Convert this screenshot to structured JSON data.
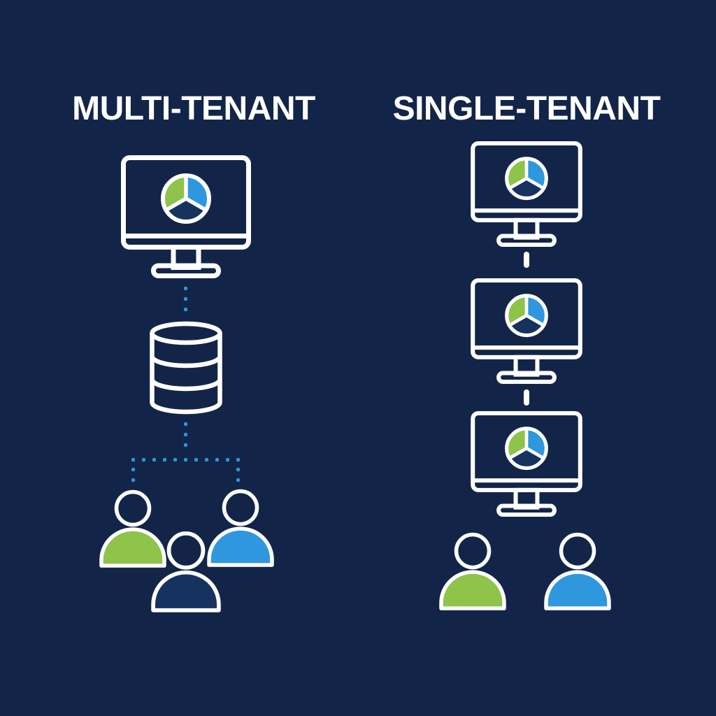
{
  "background": "#122549",
  "colors": {
    "bg": "#122549",
    "white": "#ffffff",
    "green": "#8dc449",
    "blue": "#2f97de",
    "navy": "#16335f",
    "dot": "#2f96d8"
  },
  "multi_tenant": {
    "title": "MULTI-TENANT",
    "application_count": 1,
    "database_count": 1,
    "tenant_count": 3,
    "tenant_colors": [
      "#8dc449",
      "#16335f",
      "#2f97de"
    ]
  },
  "single_tenant": {
    "title": "SINGLE-TENANT",
    "application_count": 3,
    "tenant_count": 2,
    "tenant_colors": [
      "#8dc449",
      "#2f97de"
    ]
  }
}
